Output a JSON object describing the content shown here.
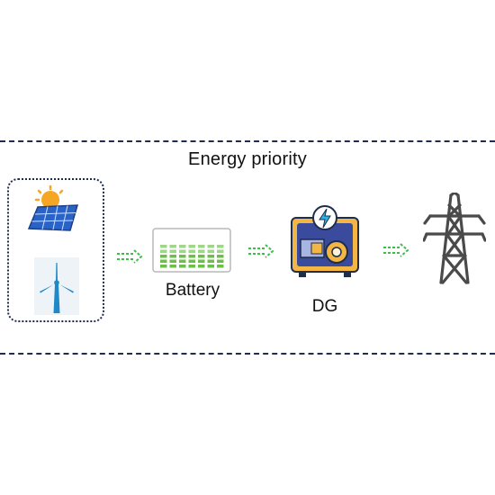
{
  "diagram": {
    "title": "Energy priority",
    "nodes": [
      {
        "id": "renewables",
        "label": "",
        "icons": [
          "solar-panel-icon",
          "wind-turbine-icon"
        ]
      },
      {
        "id": "battery",
        "label": "Battery"
      },
      {
        "id": "dg",
        "label": "DG"
      },
      {
        "id": "grid",
        "label": ""
      }
    ],
    "edges": [
      {
        "from": "renewables",
        "to": "battery"
      },
      {
        "from": "battery",
        "to": "dg"
      },
      {
        "from": "dg",
        "to": "grid"
      }
    ],
    "colors": {
      "dash": "#1f2d4d",
      "arrow": "#3bbf4a",
      "battery_bars": "#6cc04a",
      "solar_blue": "#2a63c8",
      "sun": "#f5a623",
      "turbine": "#1e88c8",
      "dg_body": "#f3b544",
      "dg_panel": "#3a4a9c",
      "tower": "#4a4a4a"
    }
  }
}
